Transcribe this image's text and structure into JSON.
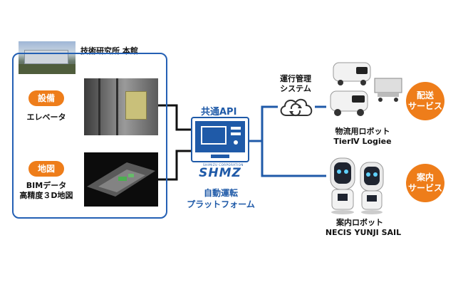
{
  "left": {
    "building_label": "技術研究所 本館",
    "equipment_tag": "設備",
    "equipment_label": "エレベータ",
    "map_tag": "地図",
    "map_label_line1": "BIMデータ",
    "map_label_line2": "高精度３D地図"
  },
  "center": {
    "api_label": "共通API",
    "logo_small": "SHIMIZU CORPORATION",
    "logo_text": "SHMZ",
    "platform_line1": "自動運転",
    "platform_line2": "プラットフォーム"
  },
  "cloud": {
    "label_line1": "運行管理",
    "label_line2": "システム"
  },
  "right": {
    "delivery_label_line1": "物流用ロボット",
    "delivery_label_line2": "TierⅣ Logiee",
    "delivery_service_line1": "配送",
    "delivery_service_line2": "サービス",
    "guide_label_line1": "案内ロボット",
    "guide_label_line2": "NECIS YUNJI SAIL",
    "guide_service_line1": "案内",
    "guide_service_line2": "サービス"
  },
  "colors": {
    "accent_orange": "#ee7d1a",
    "brand_blue": "#1f5aa8",
    "connector_black": "#111111"
  }
}
